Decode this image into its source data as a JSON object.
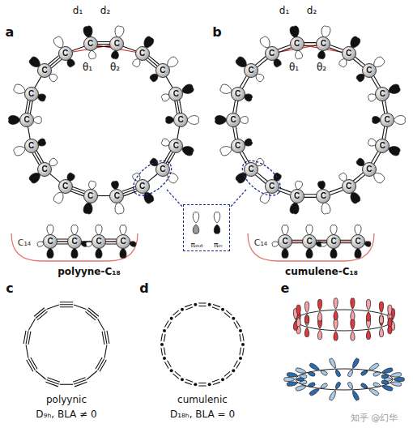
{
  "diagram": {
    "nodes": [
      {
        "text": [
          "C"
        ]
      },
      {
        "text": [
          "C"
        ]
      },
      {
        "text": [
          "C"
        ]
      },
      {
        "text": [
          "C"
        ]
      },
      {
        "text": [
          "C"
        ]
      },
      {
        "text": [
          "C"
        ]
      },
      {
        "text": [
          "C"
        ]
      },
      {
        "text": [
          "C"
        ]
      },
      {
        "text": [
          "C"
        ]
      },
      {
        "text": [
          "C"
        ]
      },
      {
        "text": [
          "C"
        ]
      },
      {
        "text": [
          "C"
        ]
      },
      {
        "text": [
          "C"
        ]
      },
      {
        "text": [
          "C"
        ]
      },
      {
        "text": [
          "C"
        ]
      },
      {
        "text": [
          "C"
        ]
      },
      {
        "text": [
          "C"
        ]
      },
      {
        "text": [
          "C"
        ]
      },
      {
        "text": [
          "C"
        ]
      },
      {
        "text": [
          "C"
        ]
      },
      {
        "text": [
          "C"
        ]
      },
      {
        "text": [
          "C"
        ]
      },
      {
        "text": [
          "C"
        ]
      },
      {
        "text": [
          "C"
        ]
      },
      {
        "text": [
          "C"
        ]
      },
      {
        "text": [
          "C"
        ]
      },
      {
        "text": [
          "C"
        ]
      },
      {
        "text": [
          "C"
        ]
      },
      {
        "text": [
          "C"
        ]
      },
      {
        "text": [
          "C"
        ]
      },
      {
        "text": [
          "C"
        ]
      },
      {
        "text": [
          "C"
        ]
      },
      {
        "text": [
          "C"
        ]
      },
      {
        "text": [
          "C"
        ]
      },
      {
        "text": [
          "C"
        ]
      },
      {
        "text": [
          "C"
        ]
      },
      {
        "text": [
          "C"
        ]
      },
      {
        "text": [
          "C"
        ]
      },
      {
        "text": [
          "C"
        ]
      },
      {
        "text": [
          "C"
        ]
      },
      {
        "text": [
          "C"
        ]
      },
      {
        "text": [
          "C"
        ]
      },
      {
        "text": [
          "C"
        ]
      },
      {
        "text": [
          "C"
        ]
      },
      {
        "text": [
          "πₒᵤₜ",
          "πᵢₙ"
        ]
      }
    ],
    "edges": [
      {
        "from": 0,
        "to": 1,
        "arrow": "none"
      },
      {
        "from": 1,
        "to": 2,
        "arrow": "none"
      },
      {
        "from": 2,
        "to": 3,
        "arrow": "none"
      },
      {
        "from": 3,
        "to": 4,
        "arrow": "none"
      },
      {
        "from": 4,
        "to": 5,
        "arrow": "none"
      },
      {
        "from": 5,
        "to": 6,
        "arrow": "none"
      },
      {
        "from": 6,
        "to": 7,
        "arrow": "none"
      },
      {
        "from": 7,
        "to": 8,
        "arrow": "none"
      },
      {
        "from": 8,
        "to": 9,
        "arrow": "none"
      },
      {
        "from": 9,
        "to": 10,
        "arrow": "none"
      },
      {
        "from": 10,
        "to": 11,
        "arrow": "none"
      },
      {
        "from": 11,
        "to": 12,
        "arrow": "none"
      },
      {
        "from": 12,
        "to": 13,
        "arrow": "none"
      },
      {
        "from": 13,
        "to": 14,
        "arrow": "none"
      },
      {
        "from": 14,
        "to": 15,
        "arrow": "none"
      },
      {
        "from": 15,
        "to": 16,
        "arrow": "none"
      },
      {
        "from": 16,
        "to": 17,
        "arrow": "none"
      },
      {
        "from": 17,
        "to": 0,
        "arrow": "none"
      },
      {
        "from": 18,
        "to": 19,
        "arrow": "none"
      },
      {
        "from": 19,
        "to": 20,
        "arrow": "none"
      },
      {
        "from": 20,
        "to": 21,
        "arrow": "none"
      },
      {
        "from": 21,
        "to": 22,
        "arrow": "none"
      },
      {
        "from": 22,
        "to": 23,
        "arrow": "none"
      },
      {
        "from": 23,
        "to": 24,
        "arrow": "none"
      },
      {
        "from": 24,
        "to": 25,
        "arrow": "none"
      },
      {
        "from": 25,
        "to": 26,
        "arrow": "none"
      },
      {
        "from": 26,
        "to": 27,
        "arrow": "none"
      },
      {
        "from": 27,
        "to": 28,
        "arrow": "none"
      },
      {
        "from": 28,
        "to": 29,
        "arrow": "none"
      },
      {
        "from": 29,
        "to": 30,
        "arrow": "none"
      },
      {
        "from": 30,
        "to": 31,
        "arrow": "none"
      },
      {
        "from": 31,
        "to": 32,
        "arrow": "none"
      },
      {
        "from": 32,
        "to": 33,
        "arrow": "none"
      },
      {
        "from": 33,
        "to": 34,
        "arrow": "none"
      },
      {
        "from": 34,
        "to": 35,
        "arrow": "none"
      },
      {
        "from": 35,
        "to": 18,
        "arrow": "none"
      },
      {
        "from": 36,
        "to": 37,
        "arrow": "none"
      },
      {
        "from": 37,
        "to": 38,
        "arrow": "none"
      },
      {
        "from": 38,
        "to": 39,
        "arrow": "none"
      },
      {
        "from": 40,
        "to": 41,
        "arrow": "none"
      },
      {
        "from": 41,
        "to": 42,
        "arrow": "none"
      },
      {
        "from": 42,
        "to": 43,
        "arrow": "none"
      }
    ],
    "labels": [
      "a",
      "d₁",
      "d₂",
      "θ₁",
      "θ₂",
      "b",
      "d₁",
      "d₂",
      "θ₁",
      "θ₂",
      "C₁₄",
      "polyyne-C₁₈",
      "C₁₄",
      "cumulene-C₁₈",
      "c",
      "polyynic",
      "D₉ₕ, BLA ≠ 0",
      "d",
      "cumulenic",
      "D₁₈ₕ, BLA = 0",
      "e",
      "知乎 @幻华"
    ]
  }
}
